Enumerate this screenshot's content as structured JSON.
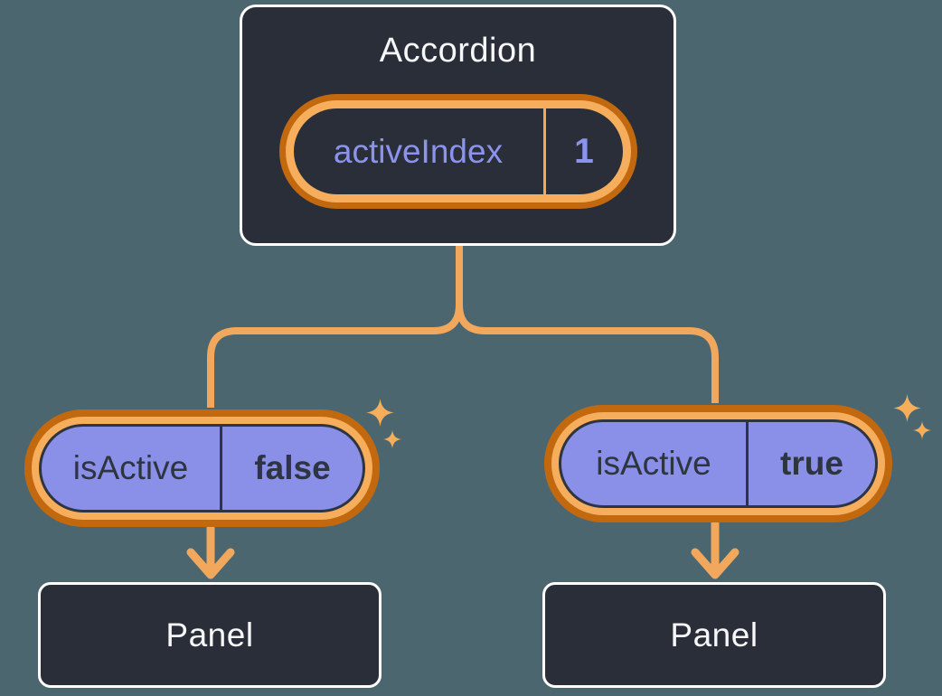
{
  "accordion": {
    "title": "Accordion",
    "state_pill": {
      "label": "activeIndex",
      "value": "1"
    }
  },
  "children": [
    {
      "prop_pill": {
        "label": "isActive",
        "value": "false"
      },
      "panel": {
        "label": "Panel"
      }
    },
    {
      "prop_pill": {
        "label": "isActive",
        "value": "true"
      },
      "panel": {
        "label": "Panel"
      }
    }
  ],
  "icons": {
    "sparkle": "sparkle-icon",
    "arrow": "arrow-down-icon"
  },
  "colors": {
    "background": "#4C6670",
    "node_fill": "#2A2E38",
    "node_border": "#FFFFFF",
    "node_text": "#F6F7F9",
    "ring_outer": "#C2690F",
    "ring_inner": "#F6AE5D",
    "connector": "#F2A85C",
    "sparkle": "#F5AF5C",
    "pill_fill": "#8A90E8",
    "pill_text_dark": "#2E3440",
    "state_text": "#8B93EC"
  }
}
